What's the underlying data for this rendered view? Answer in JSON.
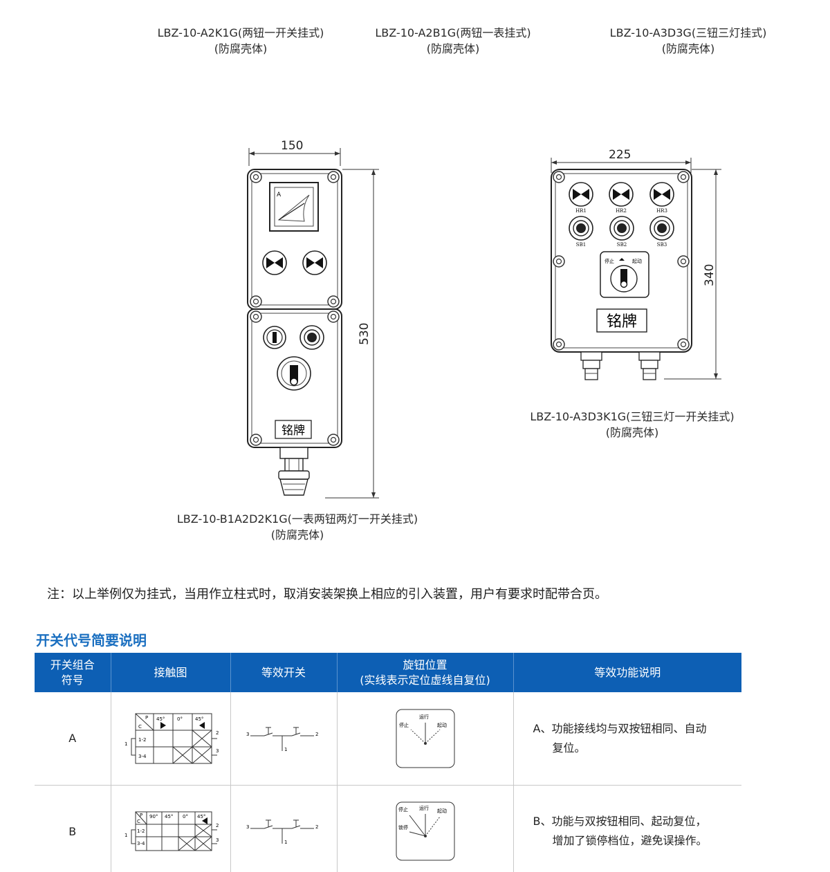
{
  "captions": [
    {
      "model": "LBZ-10-A2K1G(两钮一开关挂式)",
      "sub": "(防腐壳体)"
    },
    {
      "model": "LBZ-10-A2B1G(两钮一表挂式)",
      "sub": "(防腐壳体)"
    },
    {
      "model": "LBZ-10-A3D3G(三钮三灯挂式)",
      "sub": "(防腐壳体)"
    },
    {
      "model": "LBZ-10-B1A2D2K1G(一表两钮两灯一开关挂式)",
      "sub": "(防腐壳体)"
    },
    {
      "model": "LBZ-10-A3D3K1G(三钮三灯一开关挂式)",
      "sub": "(防腐壳体)"
    }
  ],
  "dimensions": {
    "d150": "150",
    "d530": "530",
    "d225": "225",
    "d340": "340"
  },
  "drawing_labels": {
    "nameplate": "铭牌",
    "ammeter_mark": "A",
    "lamps": [
      "HR1",
      "HR2",
      "HR3"
    ],
    "buttons": [
      "SB1",
      "SB2",
      "SB3"
    ],
    "switch_stop": "停止",
    "switch_start": "起动"
  },
  "note": "注：以上举例仅为挂式，当用作立柱式时，取消安装架换上相应的引入装置，用户有要求时配带合页。",
  "section_title": "开关代号简要说明",
  "table": {
    "headers": [
      "开关组合\n符号",
      "接触图",
      "等效开关",
      "旋钮位置\n(实线表示定位虚线自复位)",
      "等效功能说明"
    ],
    "rows": [
      {
        "symbol": "A",
        "contact": {
          "p": "P",
          "c": "C",
          "angles": [
            "45°",
            "0°",
            "45°"
          ],
          "r1": "1-2",
          "r2": "3-4",
          "terminals": [
            "1",
            "2",
            "3"
          ]
        },
        "equiv_terminals": [
          "3",
          "2",
          "1"
        ],
        "knob": {
          "labels": [
            "运行",
            "停止",
            "起动"
          ]
        },
        "desc": [
          "A、功能接线均与双按钮相同、自动",
          "复位。"
        ]
      },
      {
        "symbol": "B",
        "contact": {
          "p": "P",
          "c": "C",
          "angles": [
            "90°",
            "45°",
            "0°",
            "45°"
          ],
          "r1": "1-2",
          "r2": "3-4",
          "terminals": [
            "1",
            "2",
            "3"
          ]
        },
        "equiv_terminals": [
          "3",
          "2",
          "1"
        ],
        "knob": {
          "labels": [
            "运行",
            "停止",
            "起动",
            "锁停"
          ]
        },
        "desc": [
          "B、功能与双按钮相同、起动复位，",
          "增加了锁停档位，避免误操作。"
        ]
      }
    ]
  }
}
